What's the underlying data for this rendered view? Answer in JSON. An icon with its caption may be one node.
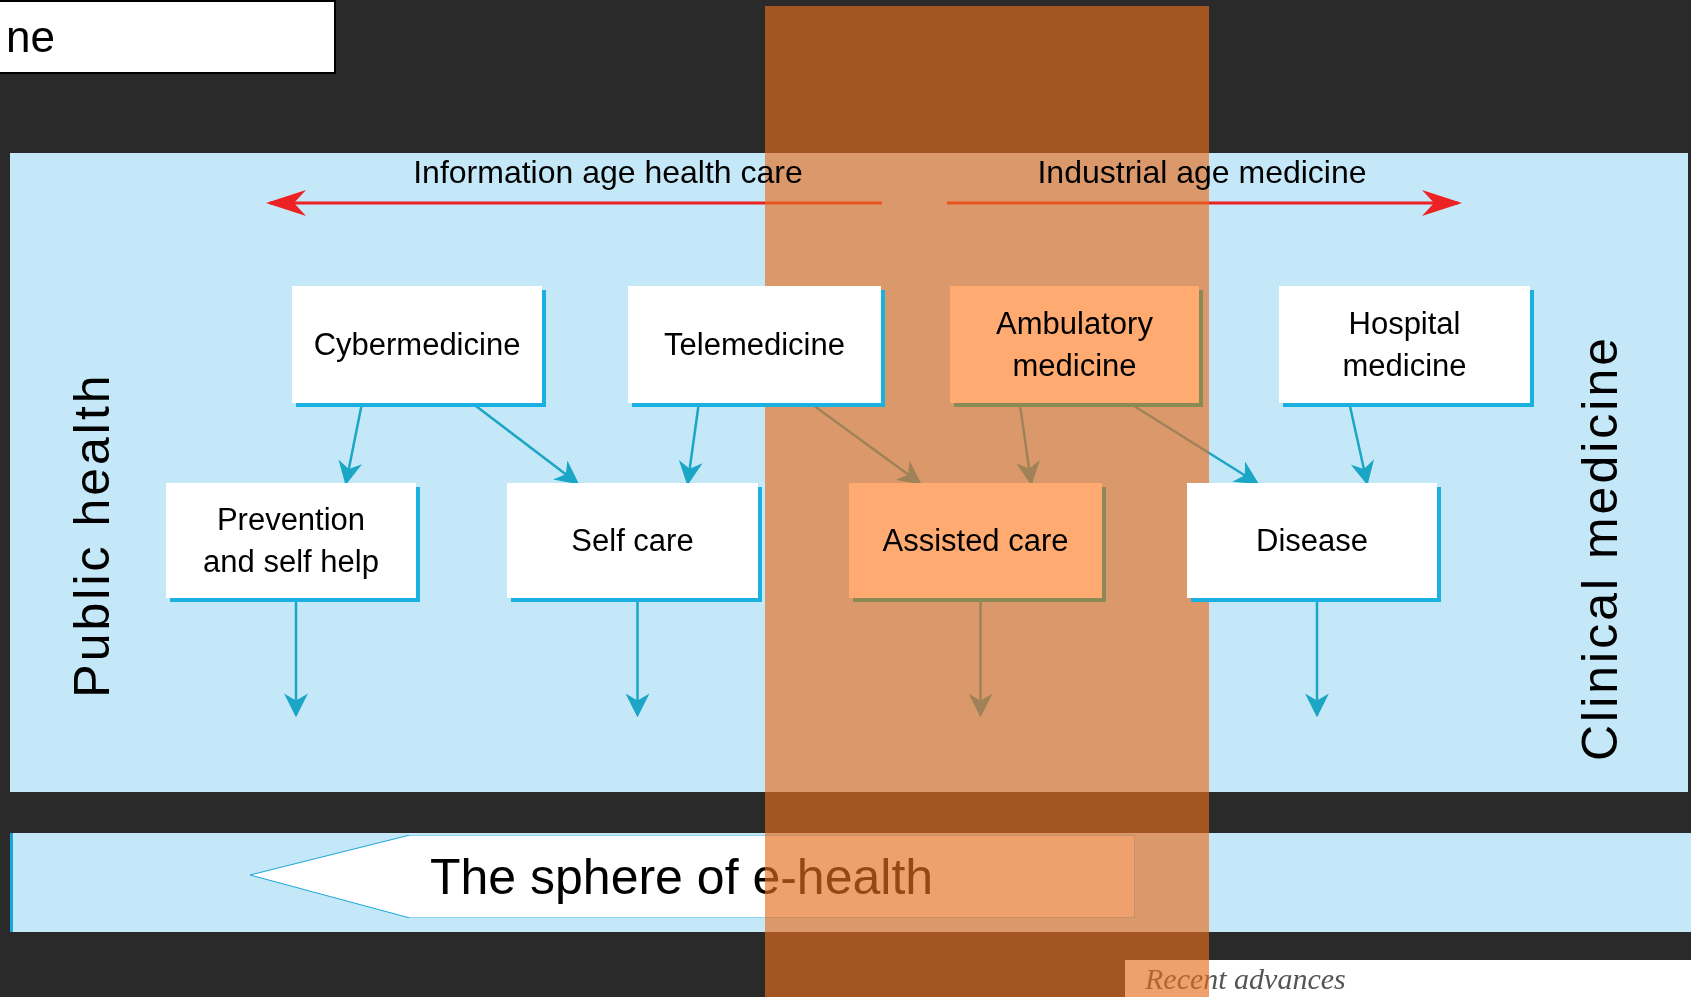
{
  "diagram": {
    "nodes": [
      {
        "text": [
          "ne"
        ]
      },
      {
        "text": [
          "Cybermedicine"
        ]
      },
      {
        "text": [
          "Telemedicine"
        ]
      },
      {
        "text": [
          "Ambulatory medicine"
        ]
      },
      {
        "text": [
          "Hospital medicine"
        ]
      },
      {
        "text": [
          "Prevention and self help"
        ]
      },
      {
        "text": [
          "Self care"
        ]
      },
      {
        "text": [
          "Assisted care"
        ]
      },
      {
        "text": [
          "Disease"
        ]
      },
      {
        "text": [
          "The sphere of e-health"
        ]
      }
    ],
    "edges": [
      {
        "from": 1,
        "to": 5,
        "arrow": "to"
      },
      {
        "from": 1,
        "to": 6,
        "arrow": "to"
      },
      {
        "from": 2,
        "to": 6,
        "arrow": "to"
      },
      {
        "from": 2,
        "to": 7,
        "arrow": "to"
      },
      {
        "from": 3,
        "to": 7,
        "arrow": "to"
      },
      {
        "from": 3,
        "to": 8,
        "arrow": "to"
      },
      {
        "from": 4,
        "to": 8,
        "arrow": "to"
      },
      {
        "from": 5,
        "to": null,
        "arrow": "to"
      },
      {
        "from": 6,
        "to": null,
        "arrow": "to"
      },
      {
        "from": 7,
        "to": null,
        "arrow": "to"
      },
      {
        "from": 8,
        "to": null,
        "arrow": "to"
      }
    ],
    "labels": [
      "Information age health care",
      "Industrial age medicine",
      "Public health",
      "Clinical medicine",
      "Recent advances"
    ]
  }
}
